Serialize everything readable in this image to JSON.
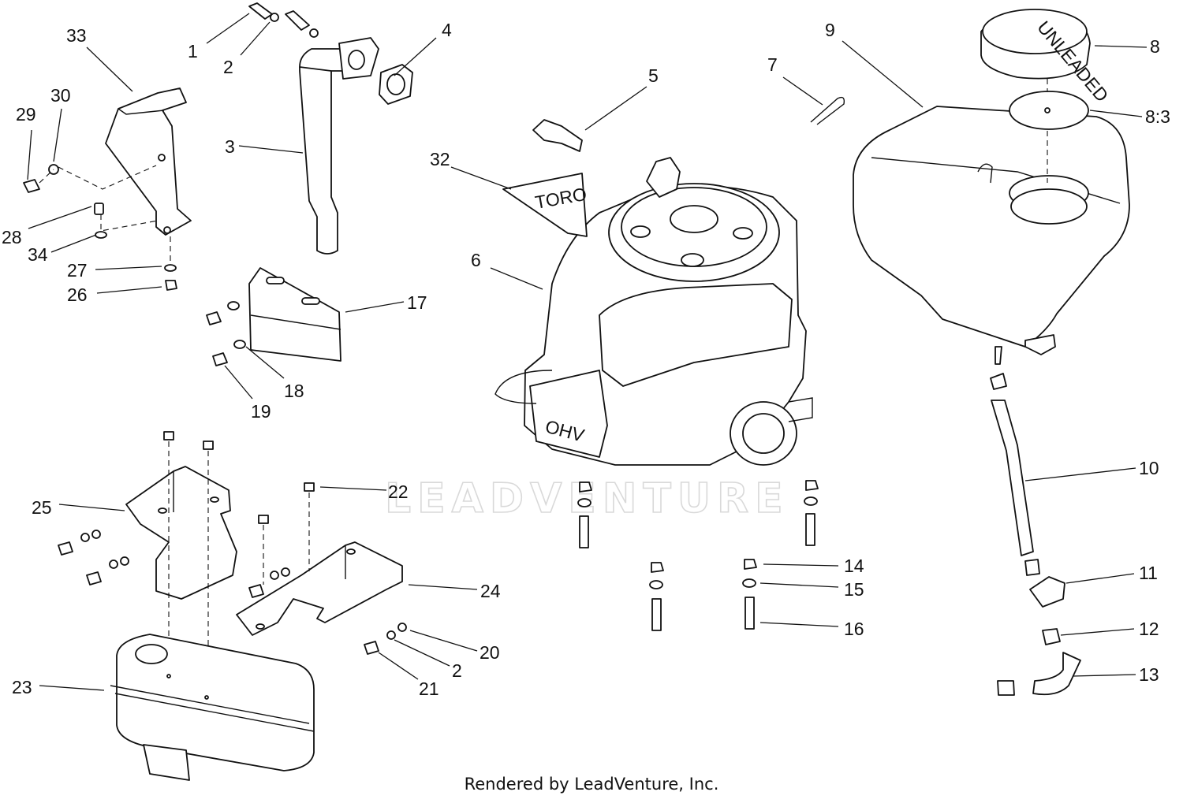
{
  "watermark": "LEADVENTURE",
  "credit": "Rendered by LeadVenture, Inc.",
  "decal_text": "TORO",
  "engine_label": "OHV",
  "fuel_cap_text": "UNLEADED",
  "callouts": {
    "c1": "1",
    "c2": "2",
    "c2b": "2",
    "c3": "3",
    "c4": "4",
    "c5": "5",
    "c6": "6",
    "c7": "7",
    "c8": "8",
    "c8_3": "8:3",
    "c9": "9",
    "c10": "10",
    "c11": "11",
    "c12": "12",
    "c13": "13",
    "c14": "14",
    "c15": "15",
    "c16": "16",
    "c17": "17",
    "c18": "18",
    "c19": "19",
    "c20": "20",
    "c21": "21",
    "c22": "22",
    "c23": "23",
    "c24": "24",
    "c25": "25",
    "c26": "26",
    "c27": "27",
    "c28": "28",
    "c29": "29",
    "c30": "30",
    "c32": "32",
    "c33": "33",
    "c34": "34"
  }
}
